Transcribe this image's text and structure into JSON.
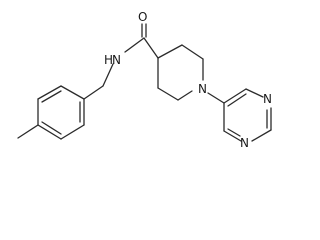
{
  "molecule": {
    "atoms": {
      "oxygen": "O",
      "amide_nitrogen": "N",
      "amide_hydrogen": "H",
      "piperidine_nitrogen": "N",
      "pyrazine_nitrogen_top": "N",
      "pyrazine_nitrogen_bottom": "N"
    }
  },
  "colors": {
    "bond": "#2b2b2b",
    "label": "#1a1a1a",
    "background": "#ffffff"
  }
}
